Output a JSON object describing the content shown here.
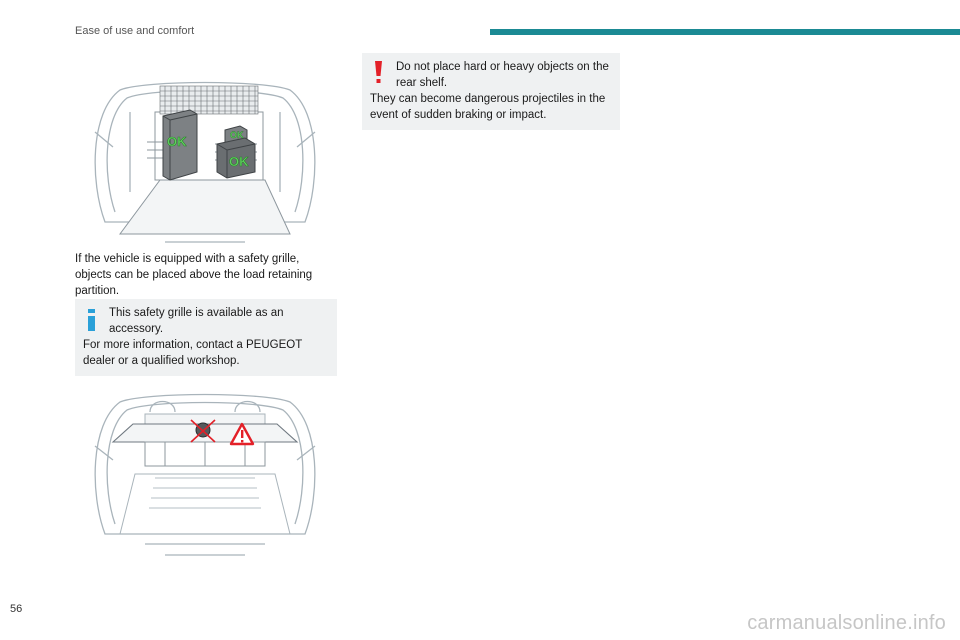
{
  "header": {
    "section_title": "Ease of use and comfort",
    "accent_color": "#1b8a94"
  },
  "figure1": {
    "ok_labels": [
      "OK",
      "OK",
      "OK"
    ],
    "ok_color": "#5fd35f"
  },
  "paragraph": "If the vehicle is equipped with a safety grille, objects can be placed above the load retaining partition.",
  "info_note": {
    "icon": "info-icon",
    "first_line": "This safety grille is available as an accessory.",
    "rest": "For more information, contact a PEUGEOT dealer or a qualified workshop."
  },
  "warning_note": {
    "icon": "warning-exclamation-icon",
    "warning_color": "#e32028",
    "first_line": "Do not place hard or heavy objects on the rear shelf.",
    "rest": "They can become dangerous projectiles in the event of sudden braking or impact."
  },
  "page_number": "56",
  "watermark": "carmanualsonline.info"
}
